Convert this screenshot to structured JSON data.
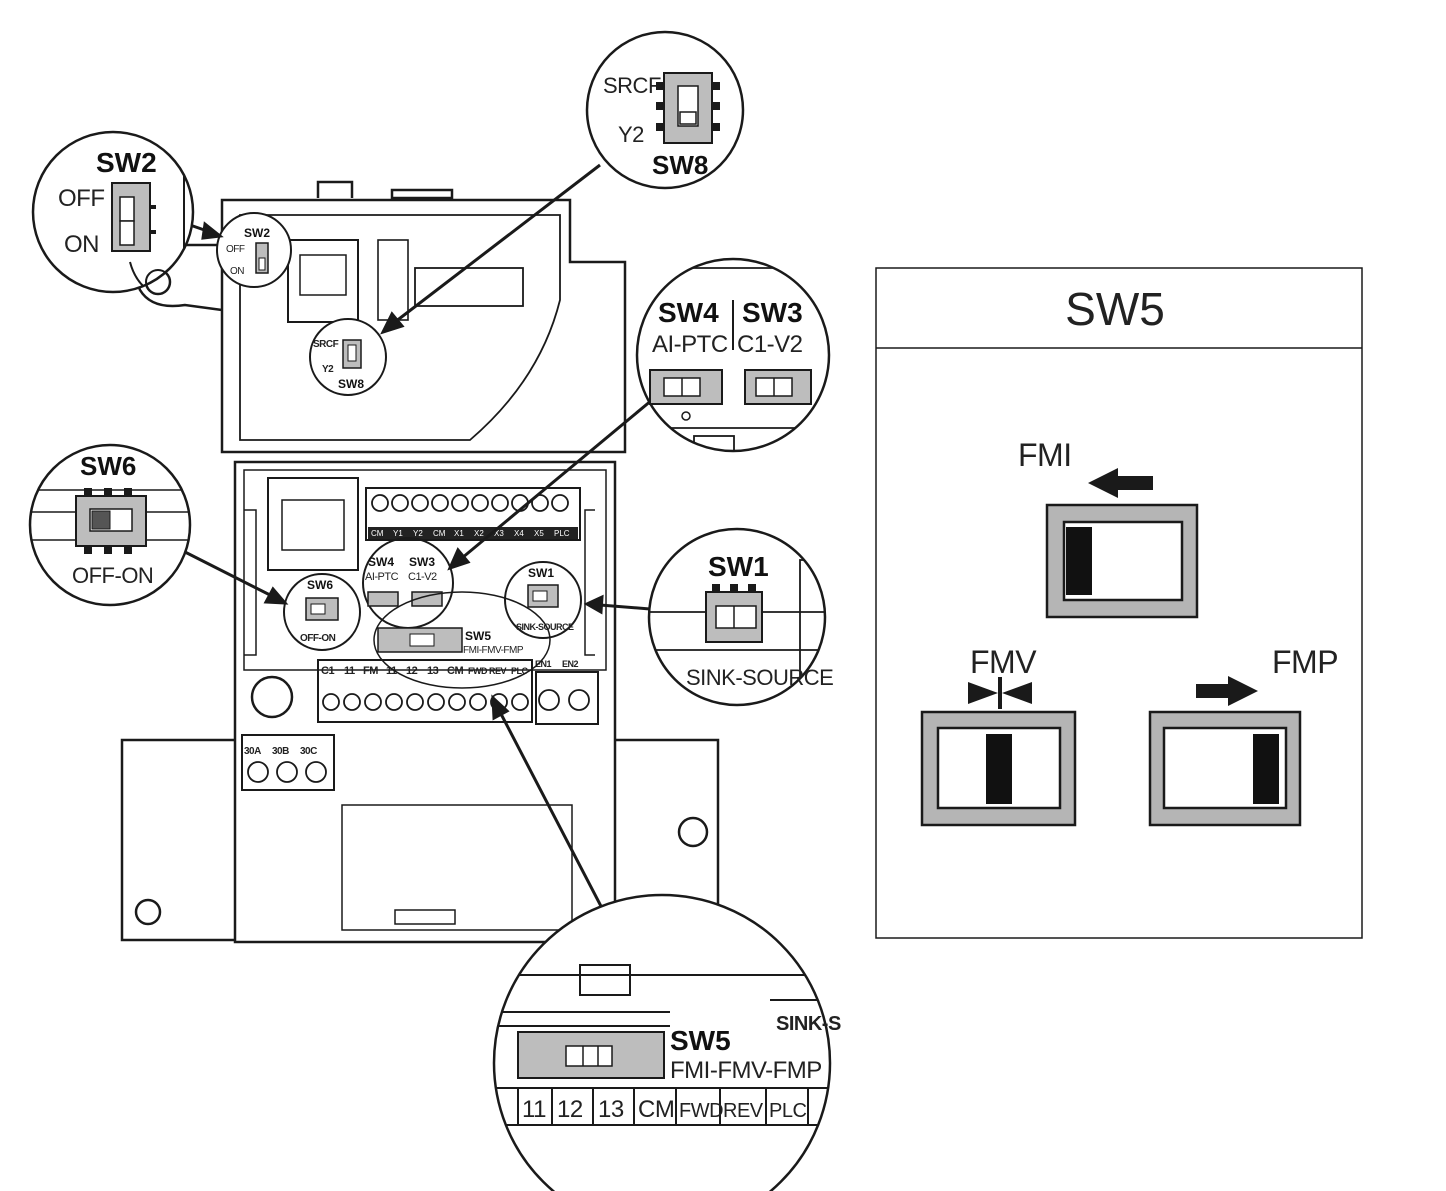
{
  "board": {
    "sw2": "SW2",
    "off": "OFF",
    "on": "ON",
    "srcf": "SRCF",
    "y2": "Y2",
    "sw8": "SW8",
    "sw4": "SW4",
    "ai_ptc": "AI-PTC",
    "sw3": "SW3",
    "c1_v2": "C1-V2",
    "sw6": "SW6",
    "off_on": "OFF-ON",
    "sw1": "SW1",
    "sink_source": "SINK-SOURCE",
    "sw5": "SW5",
    "fmi_fmv_fmp": "FMI-FMV-FMP",
    "top_terminals": [
      "CM",
      "Y1",
      "Y2",
      "CM",
      "X1",
      "X2",
      "X3",
      "X4",
      "X5",
      "PLC"
    ],
    "bottom_terminals": [
      "C1",
      "11",
      "FM",
      "11",
      "12",
      "13",
      "CM",
      "FWD",
      "REV",
      "PLC"
    ],
    "en_terminals": [
      "EN1",
      "EN2"
    ],
    "relay_terminals": [
      "30A",
      "30B",
      "30C"
    ]
  },
  "callouts": {
    "sw2": {
      "title": "SW2",
      "off": "OFF",
      "on": "ON"
    },
    "sw8": {
      "title": "SW8",
      "srcf": "SRCF",
      "y2": "Y2"
    },
    "sw4_sw3": {
      "sw4": "SW4",
      "sw3": "SW3",
      "ai_ptc": "AI-PTC",
      "c1_v2": "C1-V2"
    },
    "sw6": {
      "title": "SW6",
      "label": "OFF-ON"
    },
    "sw1": {
      "title": "SW1",
      "label": "SINK-SOURCE"
    },
    "sw5": {
      "title": "SW5",
      "label": "FMI-FMV-FMP",
      "sink_partial": "SINK-S",
      "terminals": [
        "11",
        "12",
        "13",
        "CM",
        "FWD",
        "REV",
        "PLC"
      ]
    }
  },
  "legend": {
    "title": "SW5",
    "positions": [
      {
        "label": "FMI",
        "arrow": "left-arrow",
        "knob": "left"
      },
      {
        "label": "FMV",
        "arrow": "center-arrows",
        "knob": "center"
      },
      {
        "label": "FMP",
        "arrow": "right-arrow",
        "knob": "right"
      }
    ]
  },
  "colors": {
    "line": "#1a1a1a",
    "switch_fill": "#bdbdbd",
    "knob": "#111111",
    "arrow": "#5a1d1d"
  }
}
